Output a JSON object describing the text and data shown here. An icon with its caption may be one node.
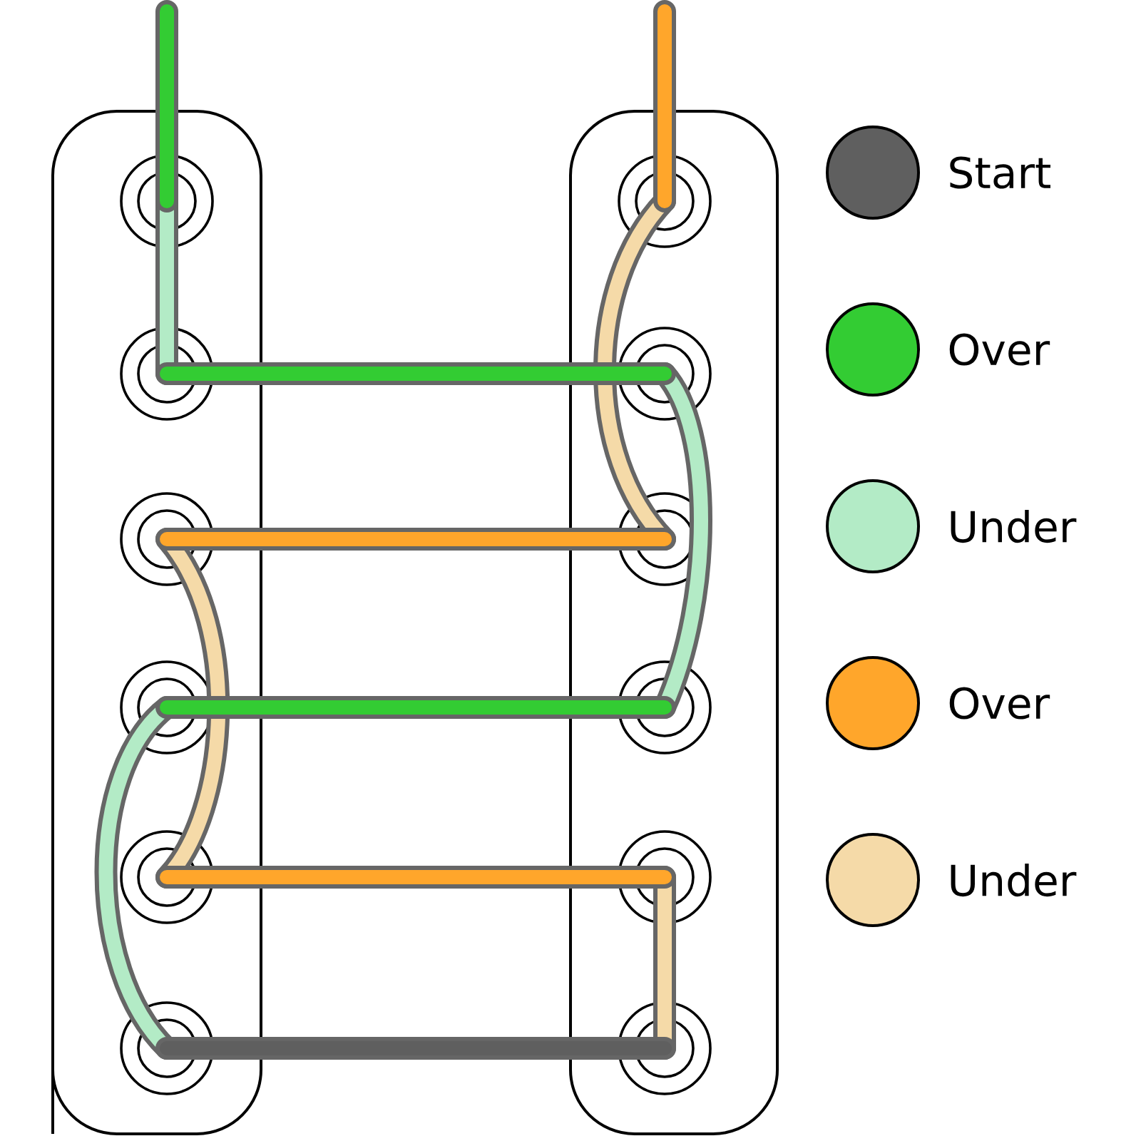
{
  "diagram": {
    "legend": [
      {
        "text": "Start",
        "color": "#5f5f5f"
      },
      {
        "text": "Over",
        "color": "#33cc33"
      },
      {
        "text": "Under",
        "color": "#b3ebc6"
      },
      {
        "text": "Over",
        "color": "#ffa62b"
      },
      {
        "text": "Under",
        "color": "#f5daa8"
      }
    ]
  }
}
